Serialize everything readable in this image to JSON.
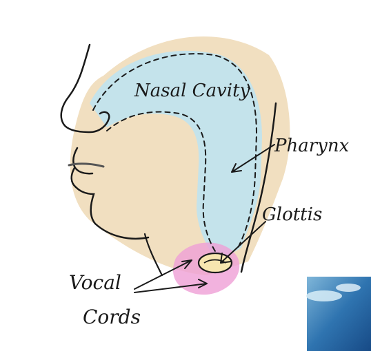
{
  "labels": {
    "nasal_cavity": "Nasal Cavity",
    "pharynx": "Pharynx",
    "glottis": "Glottis",
    "vocal_line1": "Vocal",
    "vocal_line2": "Cords"
  },
  "colors": {
    "skin": "#efd9b5",
    "airway": "#bfe3f0",
    "vocal_region": "#ef9fd6",
    "ink": "#1a1a1a",
    "glottis_fill": "#f7e6b0"
  }
}
